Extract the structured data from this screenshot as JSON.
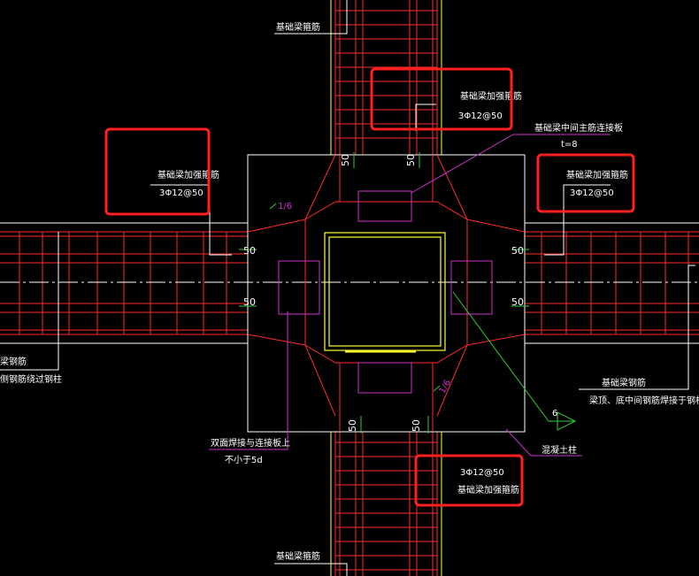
{
  "colors": {
    "background": "#000000",
    "rebar": "#ff2a2a",
    "outline": "#ffffff",
    "column": "#ffff33",
    "plate": "#cc33cc",
    "leader": "#33cc33",
    "highlight": "#ff2020"
  },
  "labels": {
    "top_rebar": "基础梁箍筋",
    "top_stirrup_title": "基础梁加强箍筋",
    "top_stirrup_value": "3Φ12@50",
    "plate_title": "基础梁中间主筋连接板",
    "plate_thickness": "t=8",
    "left_stirrup_title": "基础梁加强箍筋",
    "left_stirrup_value": "3Φ12@50",
    "right_stirrup_title": "基础梁加强箍筋",
    "right_stirrup_value": "3Φ12@50",
    "slope_top": "1/6",
    "slope_bottom": "1/6",
    "dim_top_left": "50",
    "dim_top_right": "50",
    "dim_left_upper": "50",
    "dim_left_lower": "50",
    "dim_right_upper": "50",
    "dim_right_lower": "50",
    "dim_bottom_left": "50",
    "dim_bottom_right": "50",
    "left_note_1": "梁钢筋",
    "left_note_2": "侧钢筋绕过钢柱",
    "right_note_1": "基础梁钢筋",
    "right_note_2": "梁顶、底中间钢筋焊接于钢柱连接板上",
    "weld_size": "6",
    "weld_note_1": "双面焊接与连接板上",
    "weld_note_2": "不小于5d",
    "concrete_column": "混凝土柱",
    "bottom_stirrup_value": "3Φ12@50",
    "bottom_stirrup_title": "基础梁加强箍筋",
    "bottom_rebar": "基础梁箍筋"
  }
}
